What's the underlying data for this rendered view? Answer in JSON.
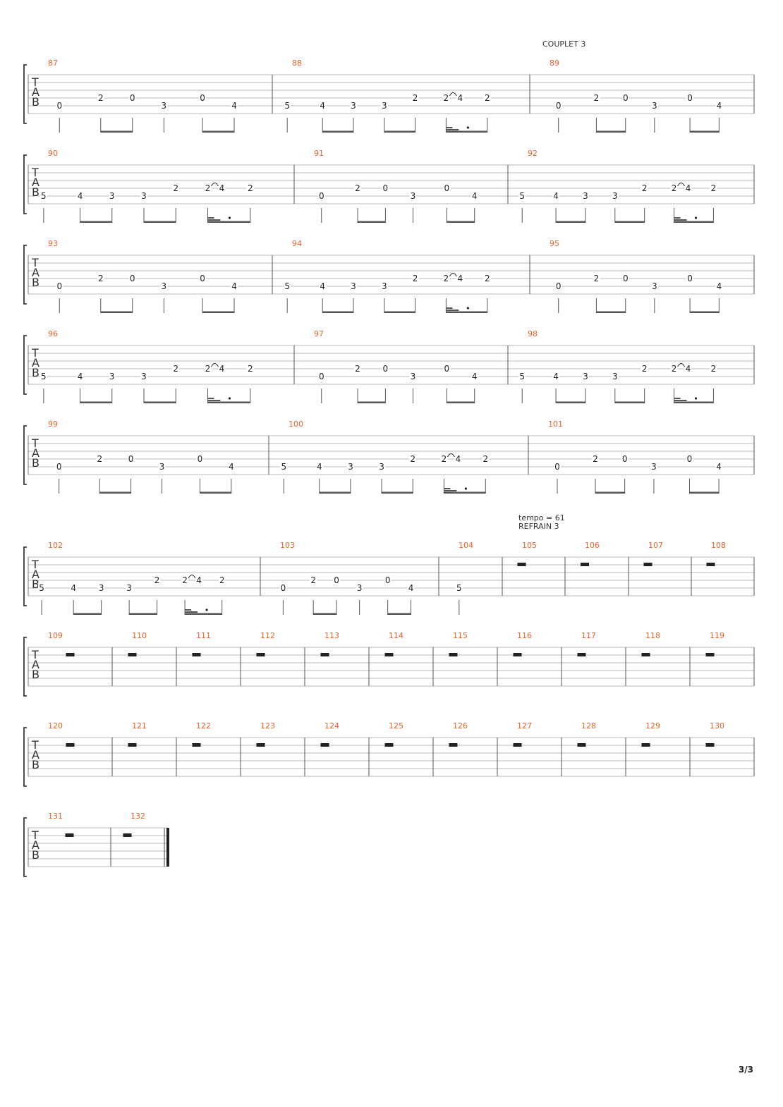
{
  "tab_letters": [
    "T",
    "A",
    "B"
  ],
  "labels": {
    "couplet": "COUPLET 3",
    "tempo": "tempo = 61",
    "refrain": "REFRAIN 3"
  },
  "page_number": "3/3",
  "colors": {
    "measure_number": "#e8622c",
    "line": "#9a9a9a",
    "note": "#222222",
    "beam": "#555555"
  },
  "patterns": {
    "A": [
      {
        "s": 5,
        "f": "0"
      },
      {
        "s": 4,
        "f": "2"
      },
      {
        "s": 4,
        "f": "0"
      },
      {
        "s": 5,
        "f": "3"
      },
      {
        "s": 4,
        "f": "0"
      },
      {
        "s": 5,
        "f": "4"
      }
    ],
    "B": [
      {
        "s": 5,
        "f": "5"
      },
      {
        "s": 5,
        "f": "4"
      },
      {
        "s": 5,
        "f": "3"
      },
      {
        "s": 5,
        "f": "3"
      },
      {
        "s": 4,
        "f": "2"
      },
      {
        "s": 4,
        "f": "2",
        "slur": "4"
      },
      {
        "s": 4,
        "f": "2"
      }
    ],
    "C": [
      {
        "s": 5,
        "f": "5"
      }
    ]
  },
  "systems": [
    {
      "measures": [
        {
          "num": "87",
          "pattern": "A"
        },
        {
          "num": "88",
          "pattern": "B"
        },
        {
          "num": "89",
          "pattern": "A"
        }
      ]
    },
    {
      "measures": [
        {
          "num": "90",
          "pattern": "B"
        },
        {
          "num": "91",
          "pattern": "A"
        },
        {
          "num": "92",
          "pattern": "B"
        }
      ]
    },
    {
      "measures": [
        {
          "num": "93",
          "pattern": "A"
        },
        {
          "num": "94",
          "pattern": "B"
        },
        {
          "num": "95",
          "pattern": "A"
        }
      ]
    },
    {
      "measures": [
        {
          "num": "96",
          "pattern": "B"
        },
        {
          "num": "97",
          "pattern": "A"
        },
        {
          "num": "98",
          "pattern": "B"
        }
      ]
    },
    {
      "measures": [
        {
          "num": "99",
          "pattern": "A"
        },
        {
          "num": "100",
          "pattern": "B"
        },
        {
          "num": "101",
          "pattern": "A"
        }
      ]
    },
    {
      "measures": [
        {
          "num": "102",
          "pattern": "B"
        },
        {
          "num": "103",
          "pattern": "A"
        },
        {
          "num": "104",
          "pattern": "C"
        },
        {
          "num": "105",
          "pattern": "rest"
        },
        {
          "num": "106",
          "pattern": "rest"
        },
        {
          "num": "107",
          "pattern": "rest"
        },
        {
          "num": "108",
          "pattern": "rest"
        }
      ]
    },
    {
      "measures": [
        {
          "num": "109",
          "pattern": "rest"
        },
        {
          "num": "110",
          "pattern": "rest"
        },
        {
          "num": "111",
          "pattern": "rest"
        },
        {
          "num": "112",
          "pattern": "rest"
        },
        {
          "num": "113",
          "pattern": "rest"
        },
        {
          "num": "114",
          "pattern": "rest"
        },
        {
          "num": "115",
          "pattern": "rest"
        },
        {
          "num": "116",
          "pattern": "rest"
        },
        {
          "num": "117",
          "pattern": "rest"
        },
        {
          "num": "118",
          "pattern": "rest"
        },
        {
          "num": "119",
          "pattern": "rest"
        }
      ]
    },
    {
      "measures": [
        {
          "num": "120",
          "pattern": "rest"
        },
        {
          "num": "121",
          "pattern": "rest"
        },
        {
          "num": "122",
          "pattern": "rest"
        },
        {
          "num": "123",
          "pattern": "rest"
        },
        {
          "num": "124",
          "pattern": "rest"
        },
        {
          "num": "125",
          "pattern": "rest"
        },
        {
          "num": "126",
          "pattern": "rest"
        },
        {
          "num": "127",
          "pattern": "rest"
        },
        {
          "num": "128",
          "pattern": "rest"
        },
        {
          "num": "129",
          "pattern": "rest"
        },
        {
          "num": "130",
          "pattern": "rest"
        }
      ]
    },
    {
      "final": true,
      "measures": [
        {
          "num": "131",
          "pattern": "rest"
        },
        {
          "num": "132",
          "pattern": "rest"
        }
      ]
    }
  ]
}
